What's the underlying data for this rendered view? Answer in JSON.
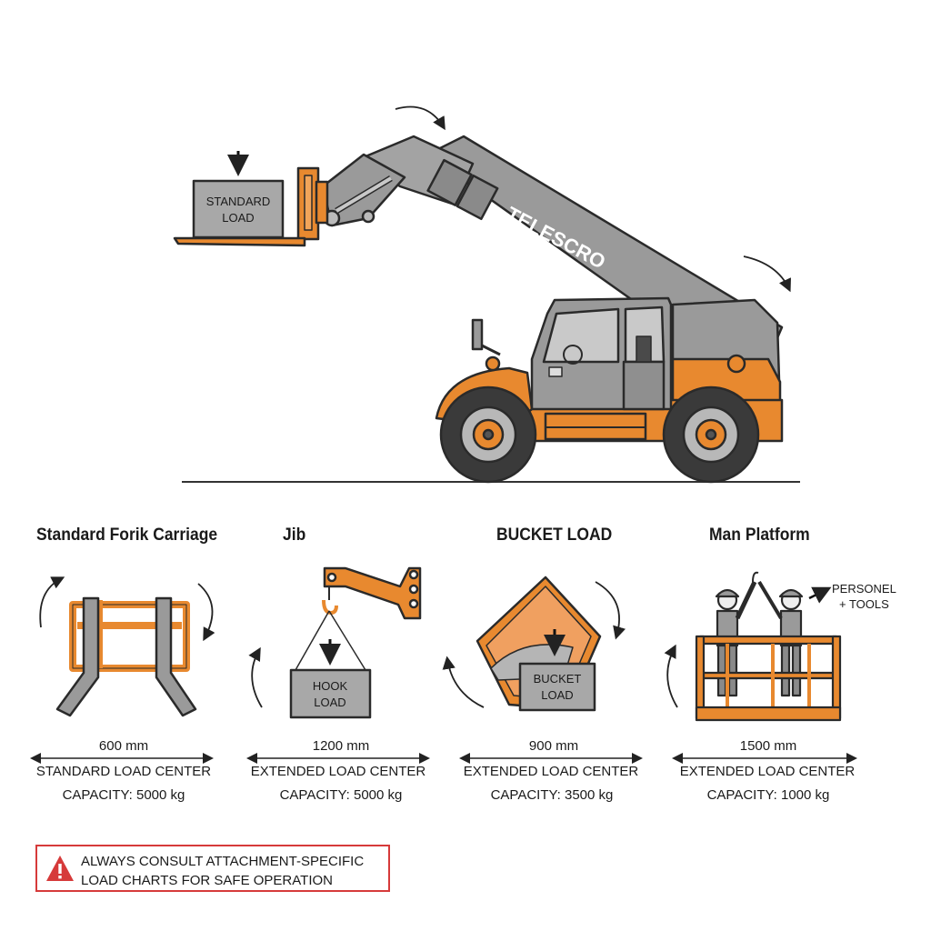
{
  "machine": {
    "brand_text": "TELESCRO",
    "top_load_label": [
      "STANDARD",
      "LOAD"
    ]
  },
  "attachments": [
    {
      "title": "Standard Forik Carriage",
      "dimension": "600 mm",
      "load_center": "STANDARD LOAD CENTER",
      "capacity": "CAPACITY: 5000 kg"
    },
    {
      "title": "Jib",
      "dimension": "1200 mm",
      "load_center": "EXTENDED LOAD CENTER",
      "capacity": "CAPACITY: 5000 kg",
      "load_label": [
        "HOOK",
        "LOAD"
      ]
    },
    {
      "title": "BUCKET LOAD",
      "dimension": "900 mm",
      "load_center": "EXTENDED LOAD CENTER",
      "capacity": "CAPACITY: 3500 kg",
      "load_label": [
        "BUCKET",
        "LOAD"
      ]
    },
    {
      "title": "Man Platform",
      "dimension": "1500 mm",
      "load_center": "EXTENDED LOAD CENTER",
      "capacity": "CAPACITY: 1000 kg",
      "note": [
        "PERSONEL",
        "+ TOOLS"
      ]
    }
  ],
  "warning": {
    "line1": "ALWAYS CONSULT ATTACHMENT-SPECIFIC",
    "line2": "LOAD CHARTS FOR SAFE OPERATION"
  },
  "colors": {
    "orange": "#e8892f",
    "gray": "#9a9a9a",
    "dark_gray": "#6f6f6f",
    "outline": "#2a2a2a",
    "warning_red": "#d63a3a"
  },
  "icons": [
    "rotation-arrow-icon",
    "down-arrow-icon",
    "warning-triangle-icon",
    "dimension-arrow-icon"
  ]
}
